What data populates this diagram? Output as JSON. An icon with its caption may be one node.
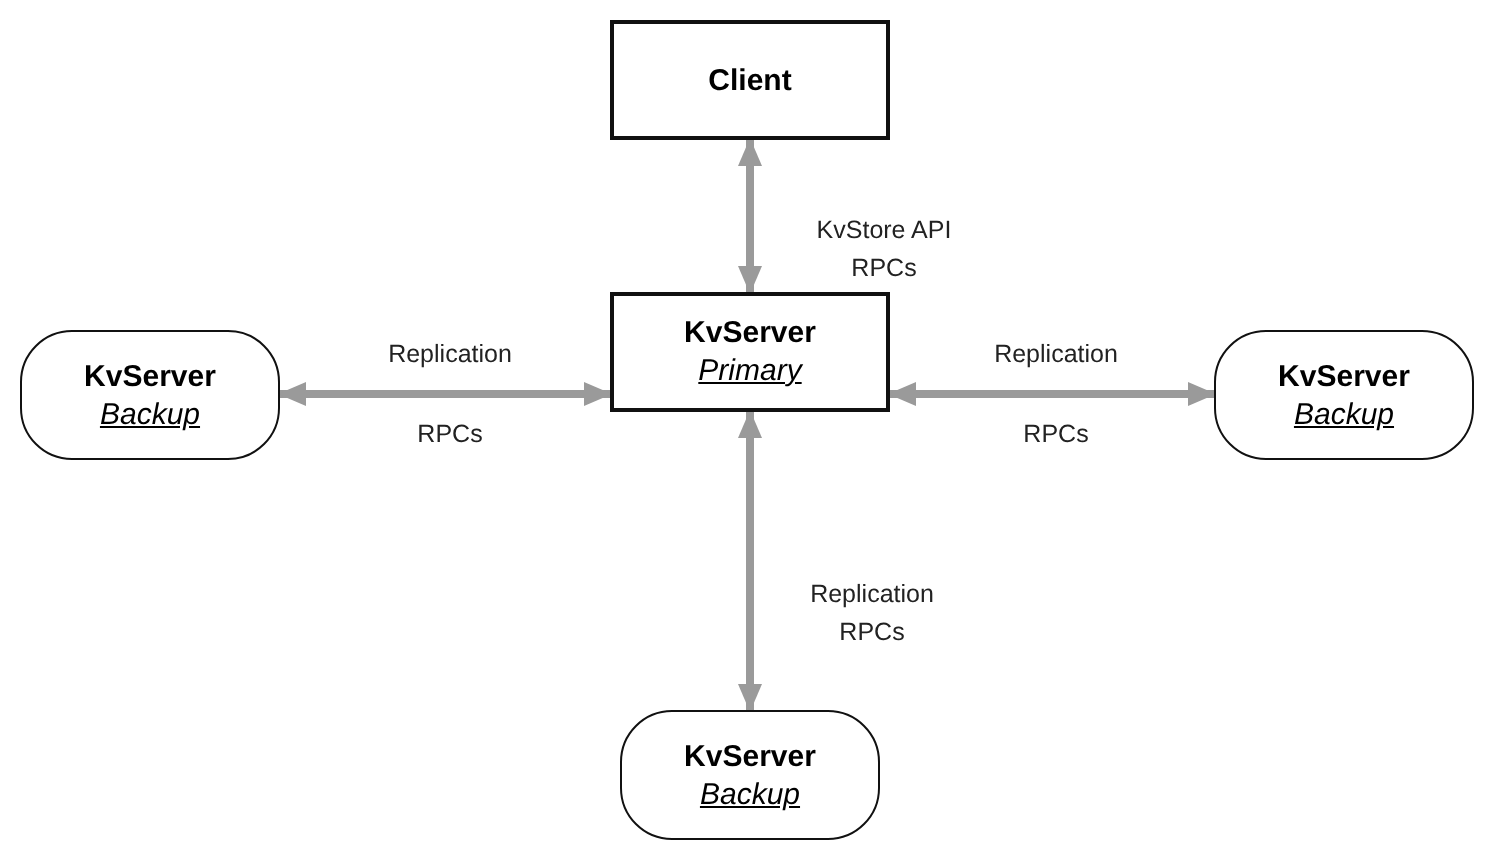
{
  "diagram": {
    "nodes": [
      {
        "text": [
          "Client"
        ]
      },
      {
        "text": [
          "KvServer",
          "Primary"
        ]
      },
      {
        "text": [
          "KvServer",
          "Backup"
        ]
      },
      {
        "text": [
          "KvServer",
          "Backup"
        ]
      },
      {
        "text": [
          "KvServer",
          "Backup"
        ]
      }
    ],
    "edges": [
      {
        "from": 0,
        "to": 1,
        "arrow": "both",
        "label": "KvStore API RPCs"
      },
      {
        "from": 1,
        "to": 2,
        "arrow": "both",
        "label": "Replication RPCs"
      },
      {
        "from": 1,
        "to": 3,
        "arrow": "both",
        "label": "Replication RPCs"
      },
      {
        "from": 1,
        "to": 4,
        "arrow": "both",
        "label": "Replication RPCs"
      }
    ]
  }
}
